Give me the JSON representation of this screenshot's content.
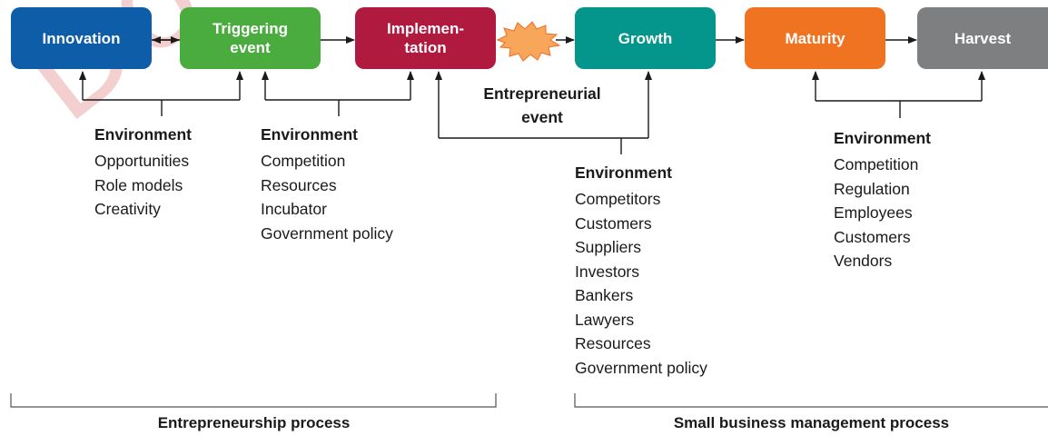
{
  "watermark": "Do not",
  "stages": [
    {
      "label": "Innovation",
      "color": "#0d5da8"
    },
    {
      "label": "Triggering\nevent",
      "color": "#4aab3e"
    },
    {
      "label": "Implemen-\ntation",
      "color": "#b11a3f"
    },
    {
      "label": "Growth",
      "color": "#04958c"
    },
    {
      "label": "Maturity",
      "color": "#f07322"
    },
    {
      "label": "Harvest",
      "color": "#7e7f81"
    }
  ],
  "event_label": "Entrepreneurial\nevent",
  "burst_color": "#f7a65a",
  "environments": [
    {
      "heading": "Environment",
      "items": [
        "Opportunities",
        "Role models",
        "Creativity"
      ]
    },
    {
      "heading": "Environment",
      "items": [
        "Competition",
        "Resources",
        "Incubator",
        "Government policy"
      ]
    },
    {
      "heading": "Environment",
      "items": [
        "Competitors",
        "Customers",
        "Suppliers",
        "Investors",
        "Bankers",
        "Lawyers",
        "Resources",
        "Government policy"
      ]
    },
    {
      "heading": "Environment",
      "items": [
        "Competition",
        "Regulation",
        "Employees",
        "Customers",
        "Vendors"
      ]
    }
  ],
  "processes": [
    "Entrepreneurship process",
    "Small business management process"
  ]
}
